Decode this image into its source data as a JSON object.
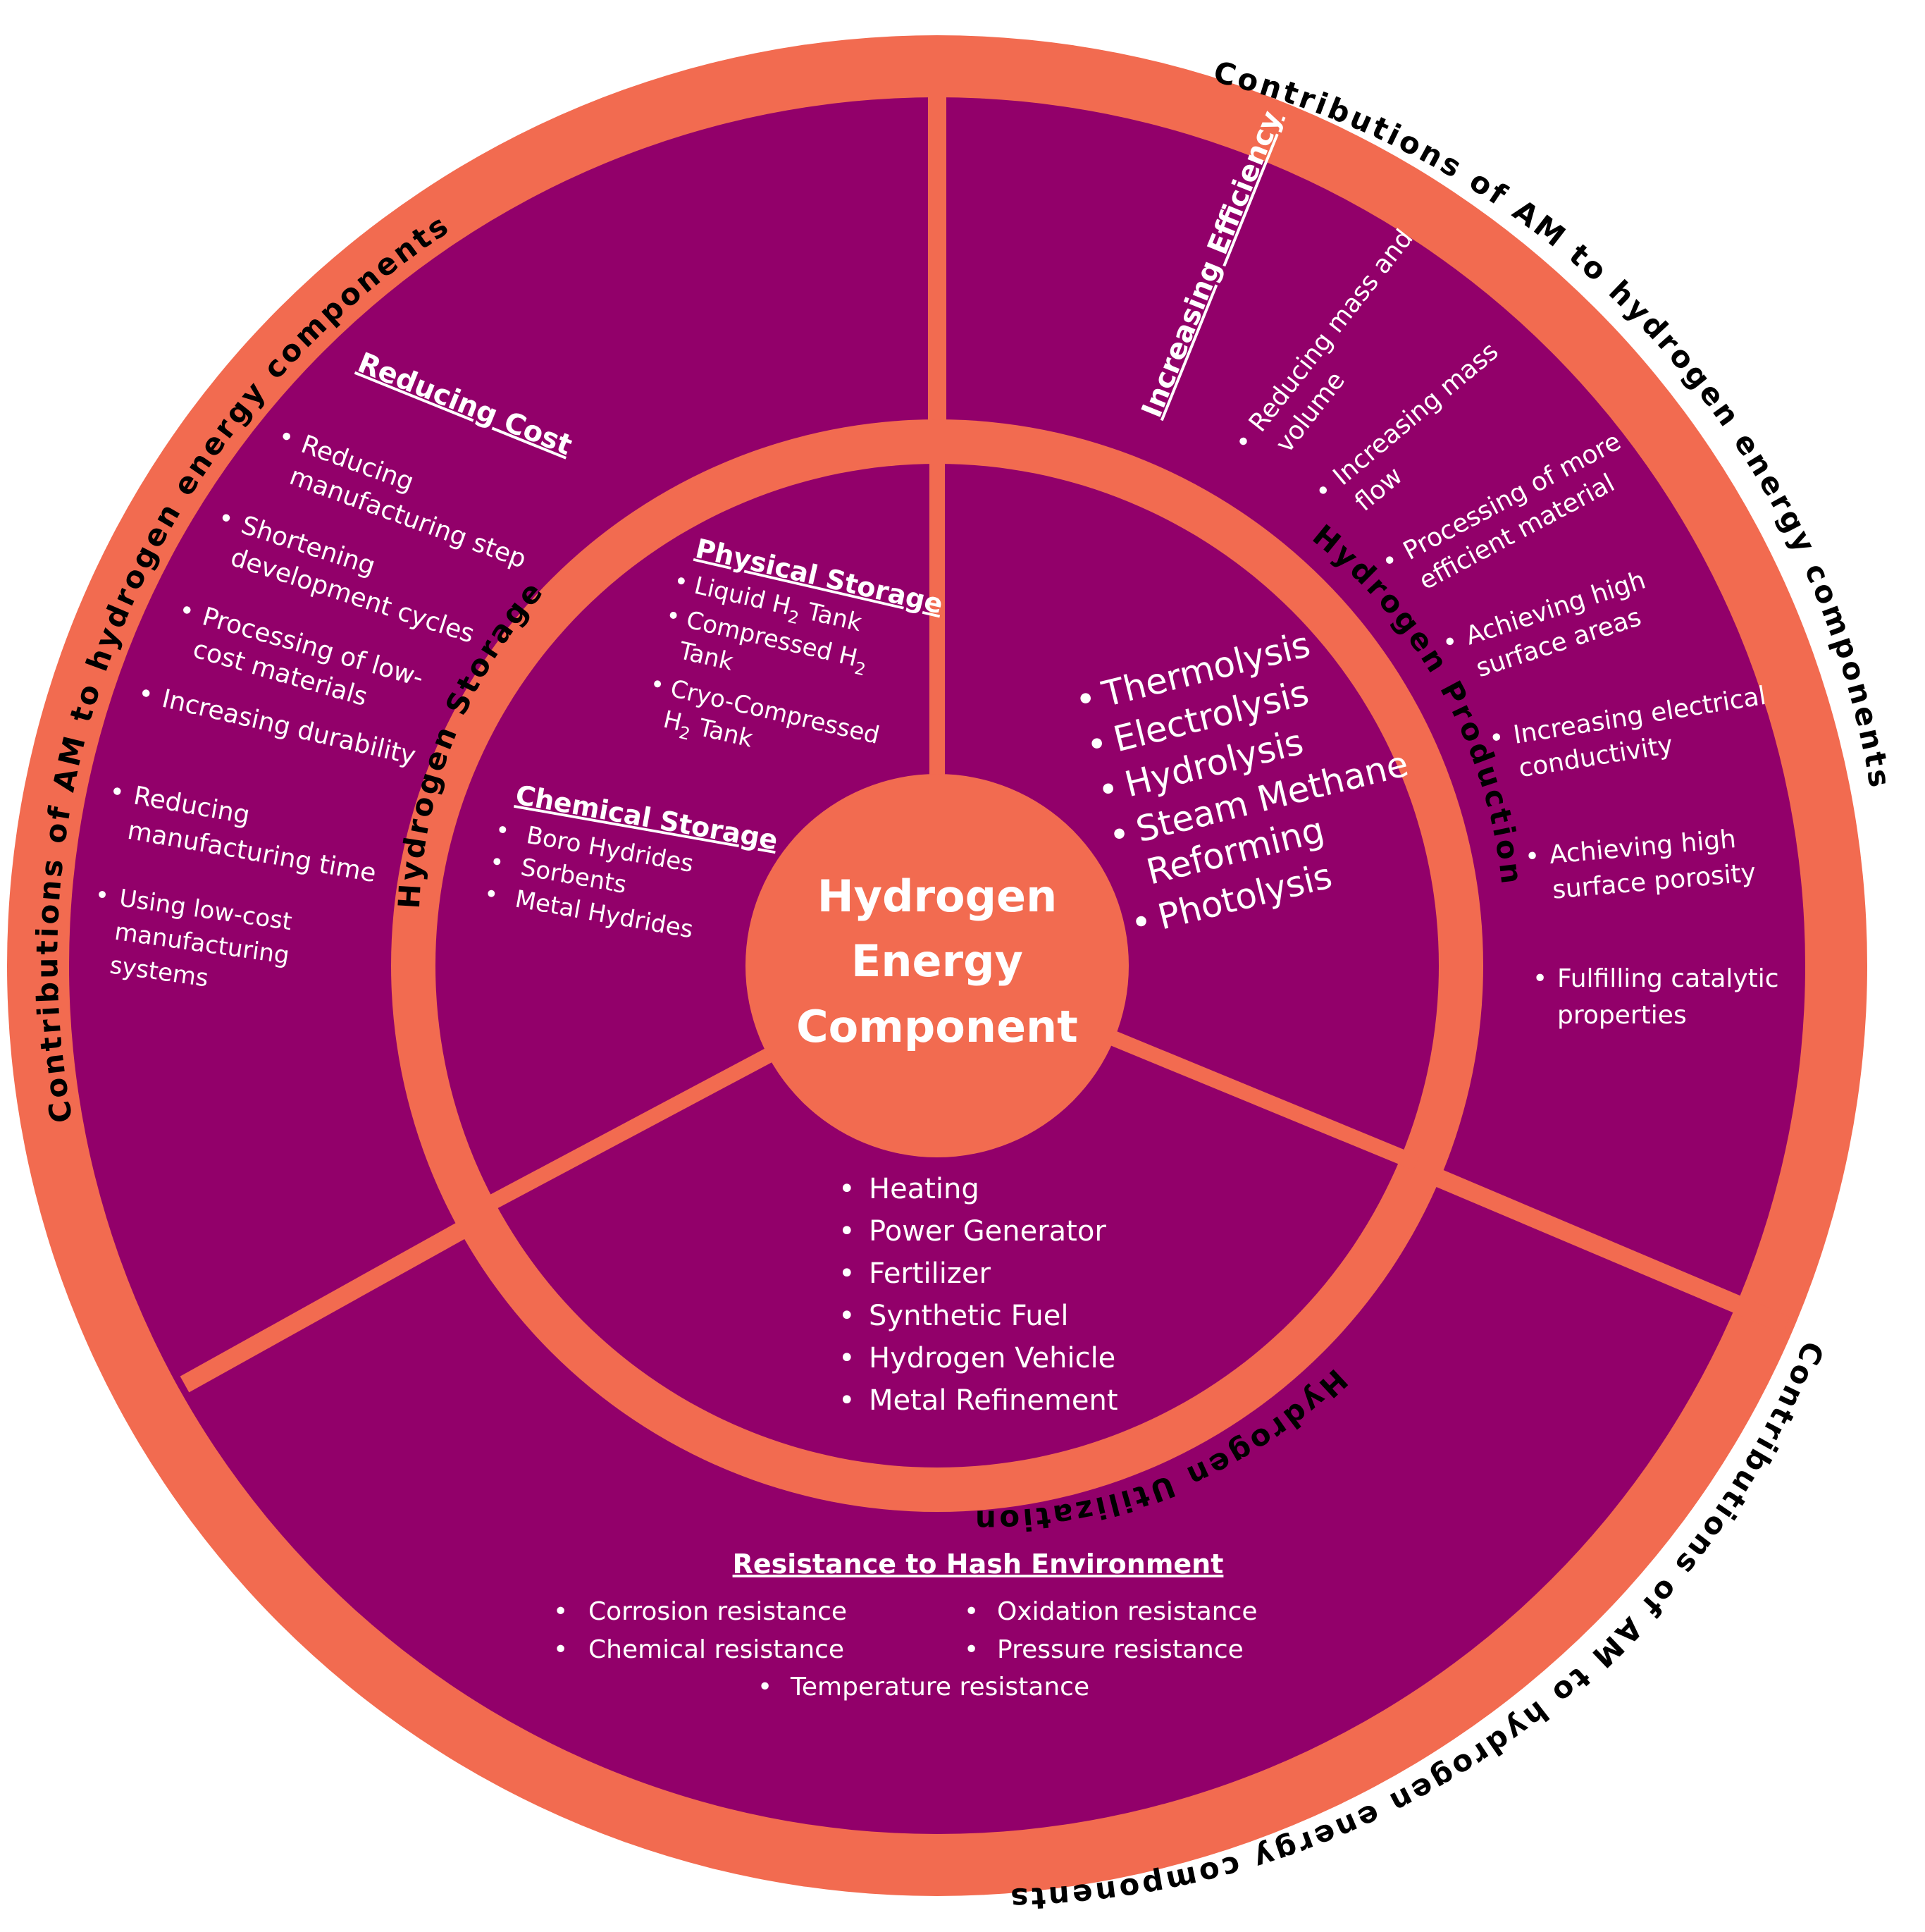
{
  "colors": {
    "coral": "#F26B50",
    "purple": "#92006A",
    "text_light": "#FFFFFF",
    "text_dark": "#000000"
  },
  "center": {
    "lines": [
      "Hydrogen",
      "Energy",
      "Component"
    ]
  },
  "outer_ring_label": "Contributions of AM to hydrogen energy components",
  "inner_ring": {
    "storage": "Hydrogen Storage",
    "production": "Hydrogen Production",
    "utilization": "Hydrogen Utilization"
  },
  "physical_storage": {
    "title": "Physical Storage",
    "items": [
      {
        "pre": "Liquid H",
        "sub": "2",
        "post": " Tank"
      },
      {
        "pre": "Compressed H",
        "sub": "2",
        "post": ""
      },
      {
        "pre": "Tank",
        "sub": "",
        "post": ""
      },
      {
        "pre": "Cryo-Compressed",
        "sub": "",
        "post": ""
      },
      {
        "pre": "H",
        "sub": "2",
        "post": " Tank"
      }
    ]
  },
  "chemical_storage": {
    "title": "Chemical Storage",
    "items": [
      "Boro Hydrides",
      "Sorbents",
      "Metal Hydrides"
    ]
  },
  "production_methods": {
    "items": [
      "Thermolysis",
      "Electrolysis",
      "Hydrolysis",
      "Steam Methane",
      "Reforming",
      "Photolysis"
    ]
  },
  "utilization_uses": {
    "items": [
      "Heating",
      "Power Generator",
      "Fertilizer",
      "Synthetic Fuel",
      "Hydrogen Vehicle",
      "Metal Refinement"
    ]
  },
  "reducing_cost": {
    "title": "Reducing Cost",
    "items": [
      [
        "Reducing",
        "manufacturing step"
      ],
      [
        "Shortening",
        "development cycles"
      ],
      [
        "Processing of low-",
        "cost materials"
      ],
      [
        "Increasing durability"
      ],
      [
        "Reducing",
        "manufacturing time"
      ],
      [
        "Using low-cost",
        "manufacturing",
        "systems"
      ]
    ]
  },
  "increasing_efficiency": {
    "title": "Increasing Efficiency",
    "items": [
      [
        "Reducing mass and",
        "volume"
      ],
      [
        "Increasing mass",
        "flow"
      ],
      [
        "Processing of more",
        "efficient material"
      ],
      [
        "Achieving high",
        "surface areas"
      ],
      [
        "Increasing electrical",
        "conductivity"
      ],
      [
        "Achieving high",
        "surface porosity"
      ],
      [
        "Fulfilling catalytic",
        "properties"
      ]
    ]
  },
  "resistance": {
    "title": "Resistance to Hash Environment",
    "items": [
      "Corrosion resistance",
      "Oxidation resistance",
      "Chemical resistance",
      "Pressure resistance",
      "Temperature resistance"
    ]
  }
}
